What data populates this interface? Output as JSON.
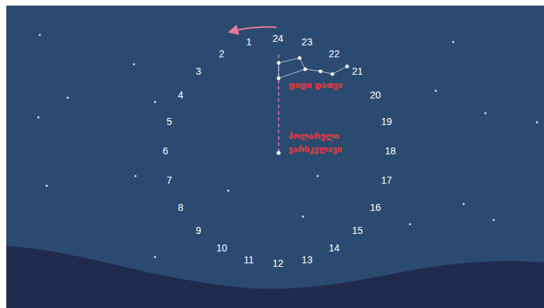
{
  "diagram": {
    "labels": [
      "1",
      "2",
      "3",
      "4",
      "5",
      "6",
      "7",
      "8",
      "9",
      "10",
      "11",
      "12",
      "13",
      "14",
      "15",
      "16",
      "17",
      "18",
      "19",
      "20",
      "21",
      "22",
      "23",
      "24",
      "დიდი დათვი",
      "პოლარული ვარსკვლავი"
    ]
  }
}
